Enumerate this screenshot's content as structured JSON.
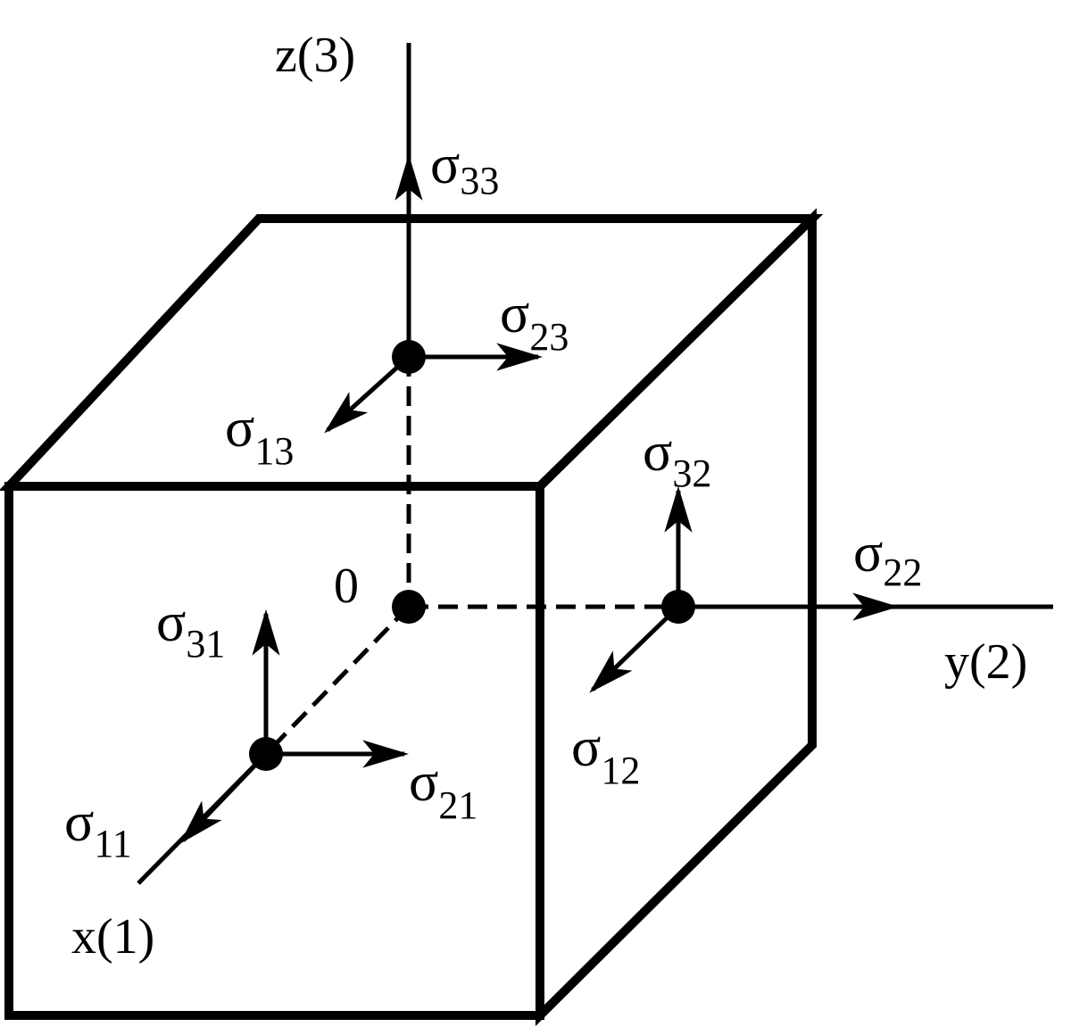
{
  "diagram": {
    "origin_label": "0",
    "axes": {
      "x": "x(1)",
      "y": "y(2)",
      "z": "z(3)"
    },
    "stress_symbol": "σ",
    "stresses": {
      "s11": "11",
      "s12": "12",
      "s13": "13",
      "s21": "21",
      "s22": "22",
      "s23": "23",
      "s31": "31",
      "s32": "32",
      "s33": "33"
    }
  }
}
